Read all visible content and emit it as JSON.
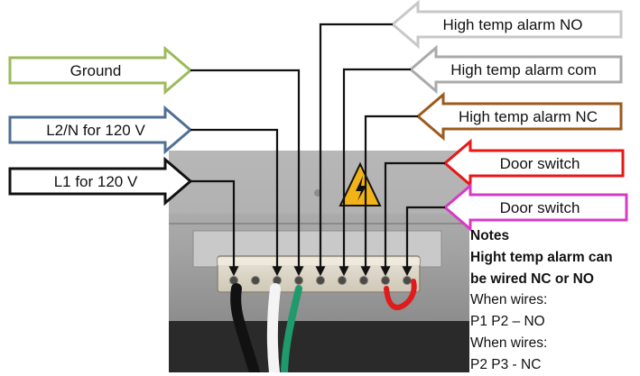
{
  "labels": {
    "ground": "Ground",
    "l2n": "L2/N for 120 V",
    "l1": "L1 for 120 V",
    "alarm_no": "High temp alarm NO",
    "alarm_com": "High temp alarm com",
    "alarm_nc": "High temp alarm NC",
    "door_switch_1": "Door switch",
    "door_switch_2": "Door switch"
  },
  "colors": {
    "ground": "#9bbb59",
    "l2n": "#4f6f95",
    "l1": "#111111",
    "alarm_no": "#c8c8c8",
    "alarm_com": "#aaaaaa",
    "alarm_nc": "#9c5a1e",
    "door_switch_1": "#e81717",
    "door_switch_2": "#d63bc4"
  },
  "notes": {
    "heading": "Notes",
    "line1": "Hight temp alarm can",
    "line2": "be wired NC or NO",
    "line3": "When wires:",
    "line4": "P1 P2 – NO",
    "line5": "When wires:",
    "line6": "P2 P3 - NC"
  }
}
